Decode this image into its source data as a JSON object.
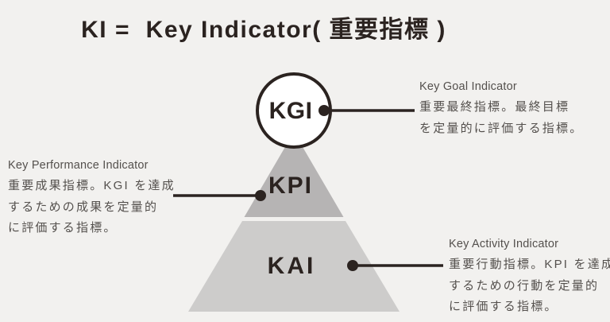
{
  "title": "KI =  Key Indicator( 重要指標 )",
  "pyramid": {
    "levels": [
      {
        "id": "kgi",
        "label": "KGI",
        "shape": "circle",
        "fill": "#ffffff",
        "outline": "#2b2320"
      },
      {
        "id": "kpi",
        "label": "KPI",
        "shape": "triangle",
        "fill": "#b6b4b4"
      },
      {
        "id": "kai",
        "label": "KAI",
        "shape": "trapezoid",
        "fill": "#cdcccb"
      }
    ]
  },
  "annotations": {
    "kgi": {
      "heading": "Key Goal Indicator",
      "line1": "重要最終指標。最終目標",
      "line2": "を定量的に評価する指標。"
    },
    "kpi": {
      "heading": "Key Performance Indicator",
      "line1": "重要成果指標。KGI を達成",
      "line2": "するための成果を定量的",
      "line3": "に評価する指標。"
    },
    "kai": {
      "heading": "Key Activity Indicator",
      "line1": "重要行動指標。KPI を達成",
      "line2": "するための行動を定量的",
      "line3": "に評価する指標。"
    }
  },
  "colors": {
    "background": "#f2f1ef",
    "ink": "#2b2320",
    "note_text": "#54504d",
    "kpi_fill": "#b6b4b4",
    "kai_fill": "#cdcccb",
    "kgi_fill": "#ffffff"
  }
}
